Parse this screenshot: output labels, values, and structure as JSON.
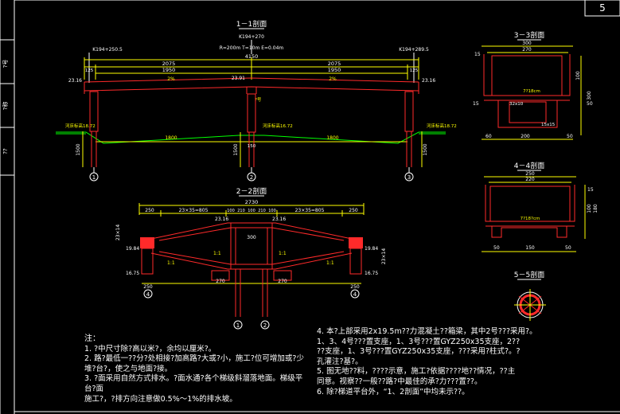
{
  "sheet": {
    "number": "5"
  },
  "side_labels": [
    "?号",
    "?称",
    "??"
  ],
  "section_1": {
    "title": "1－1剖面",
    "center_mark": "K194+270",
    "left_mark": "K194+250.5",
    "right_mark": "K194+289.5",
    "curve": "R=200m T=10m E=0.04m",
    "total_span": "4150",
    "span_left": "2075",
    "span_right": "2075",
    "clear_left": "1950",
    "clear_right": "1950",
    "edge": "125",
    "slope_left": "2%",
    "slope_right": "2%",
    "elev_top_left": "23.16",
    "elev_top_mid": "23.91",
    "elev_top_right": "23.16",
    "bed_left": "河床标高18.72",
    "bed_mid": "河床标高16.72",
    "bed_right": "河床标高18.72",
    "pier_height": "1500",
    "bottom_left": "1800",
    "bottom_right": "1800",
    "pile_gap": "150",
    "note_mark": "?号",
    "axes": [
      "1",
      "2",
      "3"
    ]
  },
  "section_2": {
    "title": "2－2剖面",
    "total": "2730",
    "dims": [
      "250",
      "23×35=805",
      "100",
      "210",
      "100",
      "210",
      "100",
      "23×35=805",
      "250"
    ],
    "elev_left": "23.16",
    "elev_right": "23.16",
    "side_elev_left": "19.84",
    "side_elev_right": "19.84",
    "low_left": "16.75",
    "low_right": "16.75",
    "slope_labels": [
      "1:1",
      "1:1",
      "1:1",
      "1:1"
    ],
    "height": "23×14",
    "bottom_dims": [
      "250",
      "270",
      "300",
      "270",
      "250"
    ],
    "axes": [
      "4",
      "1",
      "2",
      "4"
    ]
  },
  "section_3": {
    "title": "3－3剖面",
    "top": "300",
    "inner": "270",
    "left": "15",
    "height": "100",
    "labels": [
      "7?18cm",
      "32x10"
    ],
    "small": "15x15",
    "bottom": [
      "60",
      "200",
      "50"
    ],
    "side": [
      "15",
      "50",
      "300"
    ]
  },
  "section_4": {
    "title": "4－4剖面",
    "top": "250",
    "inner": "220",
    "label": "7?18?cm",
    "bottom": [
      "50",
      "150",
      "50"
    ],
    "right": [
      "15",
      "100",
      "180"
    ]
  },
  "section_5": {
    "title": "5－5剖面"
  },
  "notes": {
    "heading": "注：",
    "left": [
      "1. ?中尺寸除?高以米?，余均以厘米?。",
      "2. 路?最低一??分?处相接?加高路?大或?小，施工?位可增加或?少",
      "   堆?台?，使之与地面?接。",
      "3. ?面采用自然方式排水。?面水通?各个梯级斜溜落地面。梯级平台?面",
      "   施工?，?排方向注意做0.5%～1%的排水坡。"
    ],
    "right": [
      "4. 本?上部采用2x19.5m??力混凝土??箱梁，其中2号???采用?。",
      "   1、3、4号???置支座，1、3号???置GYZ250x35支座，2??",
      "   ??支座，1、3号???置GYZ250x35支座，???采用?柱式?。?",
      "   孔灌注?基?。",
      "5. 图无地??料，????示意，施工?依据????地??情况，??主",
      "   同意。视察??一般??路?中最佳的承?力???置??。",
      "6. 除?梯道平台外，“1、2剖面”中均未示??。"
    ]
  }
}
